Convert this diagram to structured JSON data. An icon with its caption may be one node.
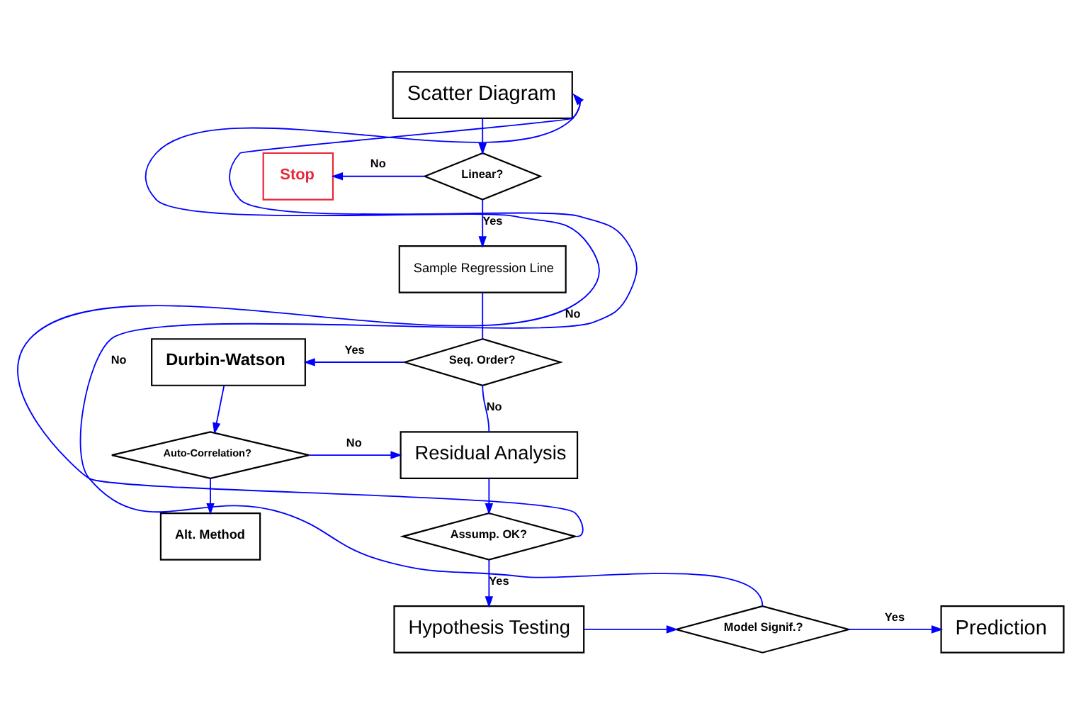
{
  "diagram": {
    "nodes": [
      {
        "text": [
          "Scatter Diagram"
        ]
      },
      {
        "text": [
          "Linear?"
        ]
      },
      {
        "text": [
          "Stop"
        ]
      },
      {
        "text": [
          "Sample Regression Line"
        ]
      },
      {
        "text": [
          "Seq. Order?"
        ]
      },
      {
        "text": [
          "Durbin-Watson"
        ]
      },
      {
        "text": [
          "Residual Analysis"
        ]
      },
      {
        "text": [
          "Auto-Correlation?"
        ]
      },
      {
        "text": [
          "Alt. Method"
        ]
      },
      {
        "text": [
          "Assump. OK?"
        ]
      },
      {
        "text": [
          "Hypothesis Testing"
        ]
      },
      {
        "text": [
          "Model Signif.?"
        ]
      },
      {
        "text": [
          "Prediction"
        ]
      }
    ],
    "edges": [
      {
        "from": 0,
        "to": 1,
        "arrow": "to"
      },
      {
        "from": 1,
        "to": 2,
        "arrow": "to",
        "label": "No"
      },
      {
        "from": 1,
        "to": 3,
        "arrow": "to",
        "label": "Yes"
      },
      {
        "from": 3,
        "to": 4,
        "arrow": "none"
      },
      {
        "from": 4,
        "to": 5,
        "arrow": "to",
        "label": "Yes"
      },
      {
        "from": 4,
        "to": 6,
        "arrow": "none",
        "label": "No"
      },
      {
        "from": 5,
        "to": 7,
        "arrow": "to"
      },
      {
        "from": 7,
        "to": 6,
        "arrow": "to",
        "label": "No"
      },
      {
        "from": 7,
        "to": 8,
        "arrow": "to"
      },
      {
        "from": 6,
        "to": 9,
        "arrow": "to"
      },
      {
        "from": 9,
        "to": 0,
        "arrow": "to",
        "label": "No"
      },
      {
        "from": 9,
        "to": 10,
        "arrow": "to",
        "label": "Yes"
      },
      {
        "from": 10,
        "to": 11,
        "arrow": "to"
      },
      {
        "from": 11,
        "to": 12,
        "arrow": "to",
        "label": "Yes"
      },
      {
        "from": 11,
        "to": 0,
        "arrow": "to",
        "label": "No"
      }
    ]
  }
}
